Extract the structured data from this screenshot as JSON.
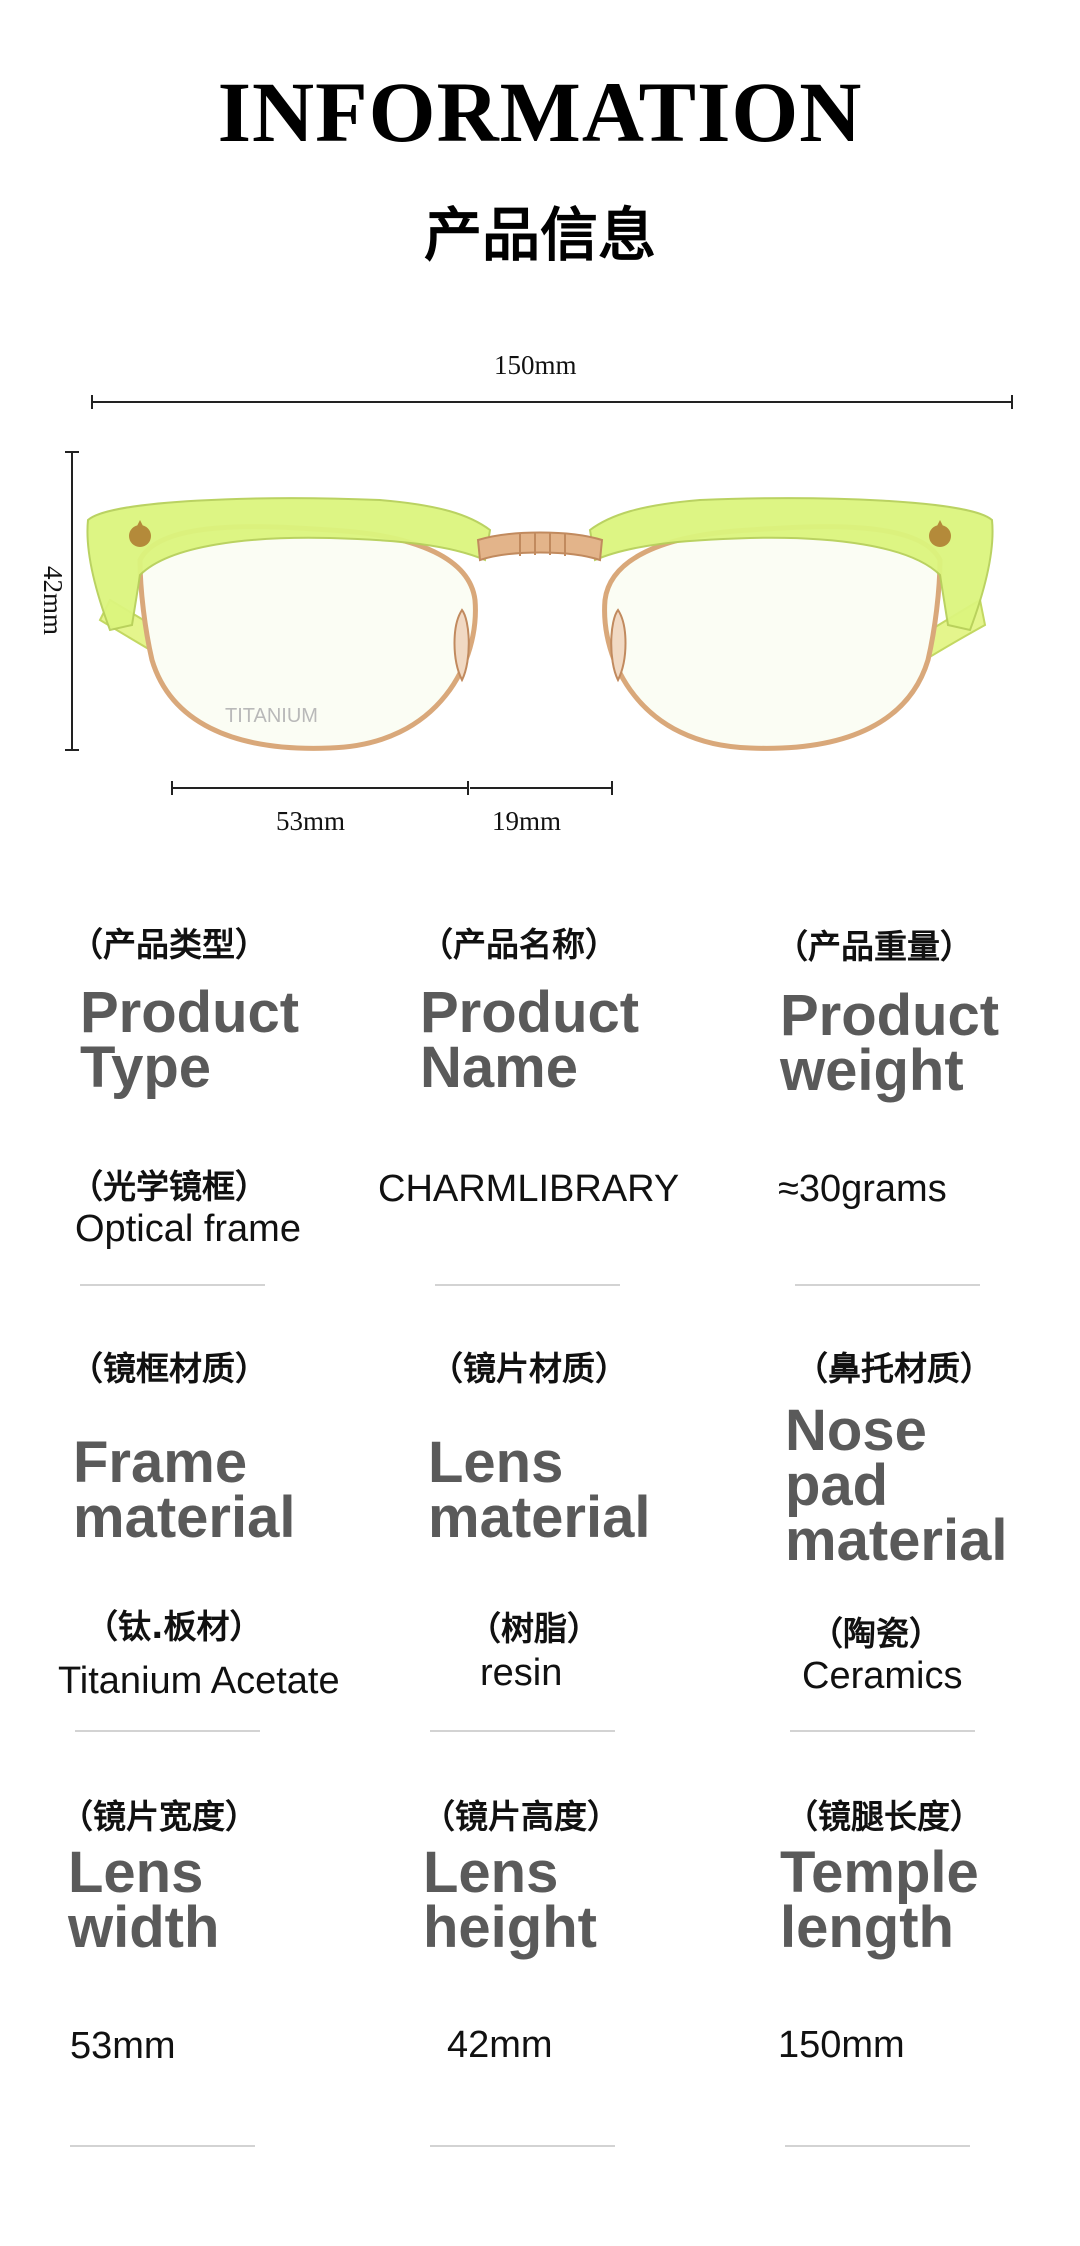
{
  "header": {
    "title_en": "INFORMATION",
    "title_cn": "产品信息"
  },
  "dimensions": {
    "total_width": "150mm",
    "lens_height": "42mm",
    "lens_width": "53mm",
    "bridge_width": "19mm"
  },
  "frame_print": "TITANIUM",
  "specs": [
    {
      "cn_label": "（产品类型）",
      "en_heading": "Product\nType",
      "value_cn": "（光学镜框）",
      "value_en": "Optical frame"
    },
    {
      "cn_label": "（产品名称）",
      "en_heading": "Product\nName",
      "value_cn": "",
      "value_en": "CHARMLIBRARY"
    },
    {
      "cn_label": "（产品重量）",
      "en_heading": "Product\nweight",
      "value_cn": "",
      "value_en": "≈30grams"
    },
    {
      "cn_label": "（镜框材质）",
      "en_heading": "Frame\nmaterial",
      "value_cn": "（钛.板材）",
      "value_en": "Titanium Acetate"
    },
    {
      "cn_label": "（镜片材质）",
      "en_heading": "Lens\nmaterial",
      "value_cn": "（树脂）",
      "value_en": "resin"
    },
    {
      "cn_label": "（鼻托材质）",
      "en_heading": "Nose\npad\nmaterial",
      "value_cn": "（陶瓷）",
      "value_en": "Ceramics"
    },
    {
      "cn_label": "（镜片宽度）",
      "en_heading": "Lens\nwidth",
      "value_cn": "",
      "value_en": "53mm"
    },
    {
      "cn_label": "（镜片高度）",
      "en_heading": "Lens\nheight",
      "value_cn": "",
      "value_en": "42mm"
    },
    {
      "cn_label": "（镜腿长度）",
      "en_heading": "Temple\nlength",
      "value_cn": "",
      "value_en": "150mm"
    }
  ],
  "colors": {
    "frame_acetate": "#d8f27a",
    "frame_metal": "#d9a87a",
    "heading_gray": "#5a5a5a",
    "separator": "#d3d3d3"
  }
}
